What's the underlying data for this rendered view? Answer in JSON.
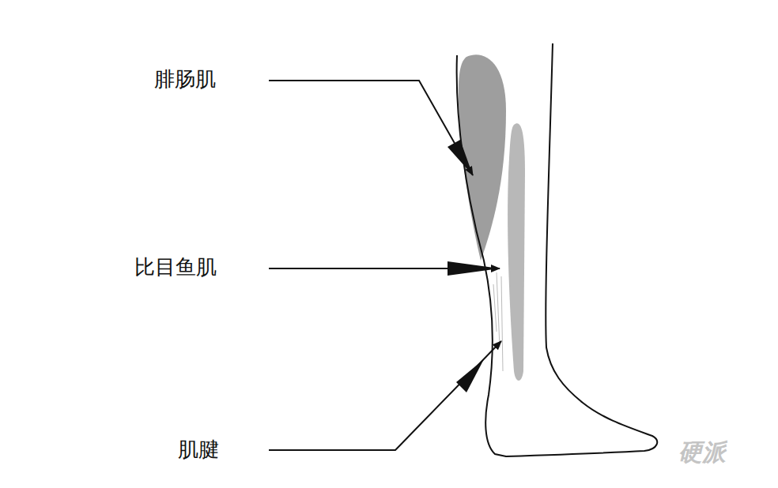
{
  "diagram": {
    "labels": [
      "腓肠肌",
      "比目鱼肌",
      "肌腱",
      "硬派"
    ]
  }
}
